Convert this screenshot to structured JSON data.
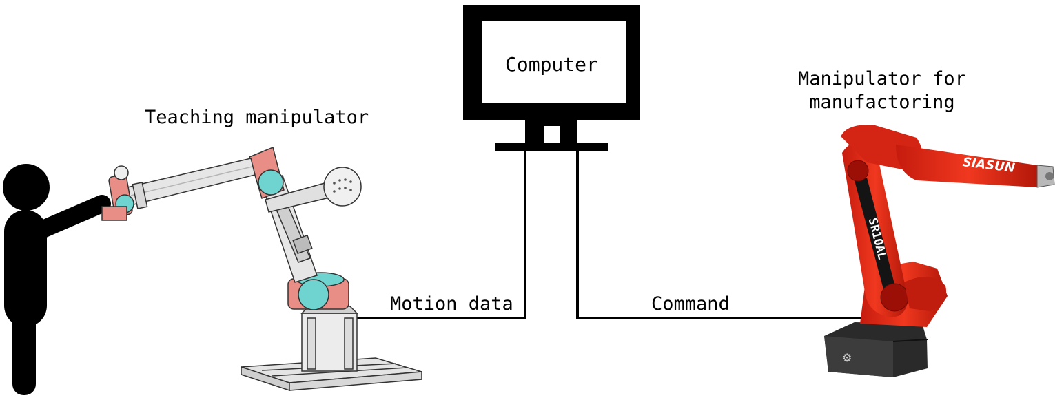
{
  "labels": {
    "teaching_manipulator": "Teaching manipulator",
    "computer": "Computer",
    "manufacturing_manipulator": "Manipulator for\nmanufactoring",
    "motion_data": "Motion data",
    "command": "Command"
  },
  "robot_markings": {
    "brand": "SIASUN",
    "model": "SR10AL"
  },
  "colors": {
    "line": "#000000",
    "teach_red": "#e88e86",
    "teach_cyan": "#6fd4cf",
    "teach_gray": "#e6e6e6",
    "robot_red": "#e8291a",
    "robot_dark": "#9c0f06",
    "base_dark": "#2a2a2a"
  },
  "icons": [
    "person-silhouette-icon",
    "computer-monitor-icon",
    "teaching-arm-icon",
    "industrial-robot-icon"
  ]
}
